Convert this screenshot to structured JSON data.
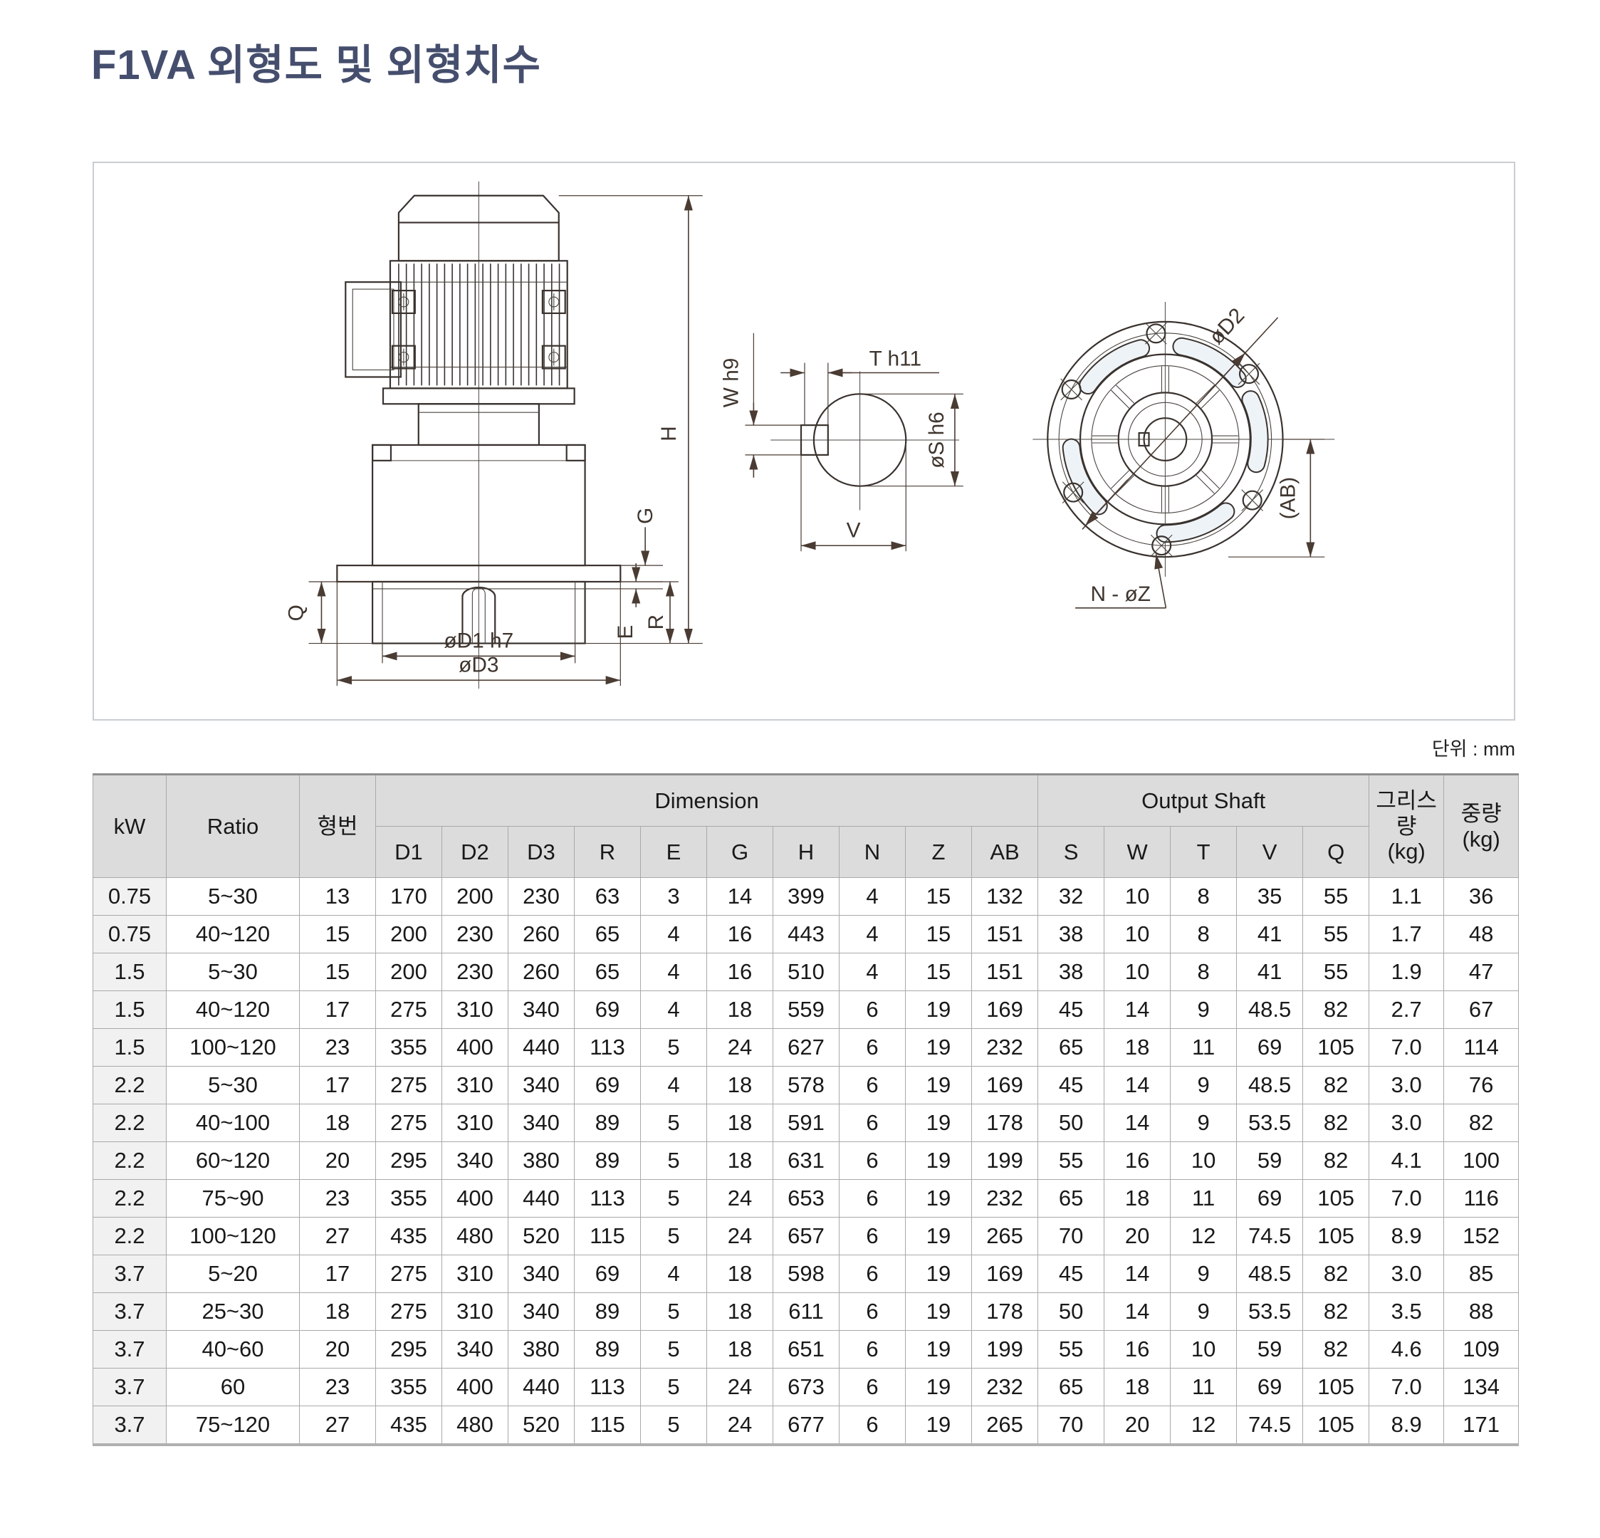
{
  "title": "F1VA 외형도 및 외형치수",
  "unit_note": "단위 : mm",
  "drawing": {
    "side_view": {
      "h": "H",
      "g": "G",
      "e": "E",
      "r": "R",
      "q": "Q",
      "d1": "øD1 h7",
      "d3": "øD3"
    },
    "shaft_view": {
      "w": "W h9",
      "t": "T h11",
      "s": "øS h6",
      "v": "V"
    },
    "flange_view": {
      "d2": "øD2",
      "ab": "(AB)",
      "nz": "N - øZ"
    }
  },
  "table": {
    "headers": {
      "kw": "kW",
      "ratio": "Ratio",
      "model_no": "형번",
      "dimension": "Dimension",
      "output_shaft": "Output Shaft",
      "grease": "그리스량",
      "grease_unit": "(kg)",
      "weight": "중량",
      "weight_unit": "(kg)"
    },
    "dim_cols": [
      "D1",
      "D2",
      "D3",
      "R",
      "E",
      "G",
      "H",
      "N",
      "Z",
      "AB"
    ],
    "shaft_cols": [
      "S",
      "W",
      "T",
      "V",
      "Q"
    ],
    "rows": [
      [
        "0.75",
        "5~30",
        "13",
        "170",
        "200",
        "230",
        "63",
        "3",
        "14",
        "399",
        "4",
        "15",
        "132",
        "32",
        "10",
        "8",
        "35",
        "55",
        "1.1",
        "36"
      ],
      [
        "0.75",
        "40~120",
        "15",
        "200",
        "230",
        "260",
        "65",
        "4",
        "16",
        "443",
        "4",
        "15",
        "151",
        "38",
        "10",
        "8",
        "41",
        "55",
        "1.7",
        "48"
      ],
      [
        "1.5",
        "5~30",
        "15",
        "200",
        "230",
        "260",
        "65",
        "4",
        "16",
        "510",
        "4",
        "15",
        "151",
        "38",
        "10",
        "8",
        "41",
        "55",
        "1.9",
        "47"
      ],
      [
        "1.5",
        "40~120",
        "17",
        "275",
        "310",
        "340",
        "69",
        "4",
        "18",
        "559",
        "6",
        "19",
        "169",
        "45",
        "14",
        "9",
        "48.5",
        "82",
        "2.7",
        "67"
      ],
      [
        "1.5",
        "100~120",
        "23",
        "355",
        "400",
        "440",
        "113",
        "5",
        "24",
        "627",
        "6",
        "19",
        "232",
        "65",
        "18",
        "11",
        "69",
        "105",
        "7.0",
        "114"
      ],
      [
        "2.2",
        "5~30",
        "17",
        "275",
        "310",
        "340",
        "69",
        "4",
        "18",
        "578",
        "6",
        "19",
        "169",
        "45",
        "14",
        "9",
        "48.5",
        "82",
        "3.0",
        "76"
      ],
      [
        "2.2",
        "40~100",
        "18",
        "275",
        "310",
        "340",
        "89",
        "5",
        "18",
        "591",
        "6",
        "19",
        "178",
        "50",
        "14",
        "9",
        "53.5",
        "82",
        "3.0",
        "82"
      ],
      [
        "2.2",
        "60~120",
        "20",
        "295",
        "340",
        "380",
        "89",
        "5",
        "18",
        "631",
        "6",
        "19",
        "199",
        "55",
        "16",
        "10",
        "59",
        "82",
        "4.1",
        "100"
      ],
      [
        "2.2",
        "75~90",
        "23",
        "355",
        "400",
        "440",
        "113",
        "5",
        "24",
        "653",
        "6",
        "19",
        "232",
        "65",
        "18",
        "11",
        "69",
        "105",
        "7.0",
        "116"
      ],
      [
        "2.2",
        "100~120",
        "27",
        "435",
        "480",
        "520",
        "115",
        "5",
        "24",
        "657",
        "6",
        "19",
        "265",
        "70",
        "20",
        "12",
        "74.5",
        "105",
        "8.9",
        "152"
      ],
      [
        "3.7",
        "5~20",
        "17",
        "275",
        "310",
        "340",
        "69",
        "4",
        "18",
        "598",
        "6",
        "19",
        "169",
        "45",
        "14",
        "9",
        "48.5",
        "82",
        "3.0",
        "85"
      ],
      [
        "3.7",
        "25~30",
        "18",
        "275",
        "310",
        "340",
        "89",
        "5",
        "18",
        "611",
        "6",
        "19",
        "178",
        "50",
        "14",
        "9",
        "53.5",
        "82",
        "3.5",
        "88"
      ],
      [
        "3.7",
        "40~60",
        "20",
        "295",
        "340",
        "380",
        "89",
        "5",
        "18",
        "651",
        "6",
        "19",
        "199",
        "55",
        "16",
        "10",
        "59",
        "82",
        "4.6",
        "109"
      ],
      [
        "3.7",
        "60",
        "23",
        "355",
        "400",
        "440",
        "113",
        "5",
        "24",
        "673",
        "6",
        "19",
        "232",
        "65",
        "18",
        "11",
        "69",
        "105",
        "7.0",
        "134"
      ],
      [
        "3.7",
        "75~120",
        "27",
        "435",
        "480",
        "520",
        "115",
        "5",
        "24",
        "677",
        "6",
        "19",
        "265",
        "70",
        "20",
        "12",
        "74.5",
        "105",
        "8.9",
        "171"
      ]
    ]
  }
}
